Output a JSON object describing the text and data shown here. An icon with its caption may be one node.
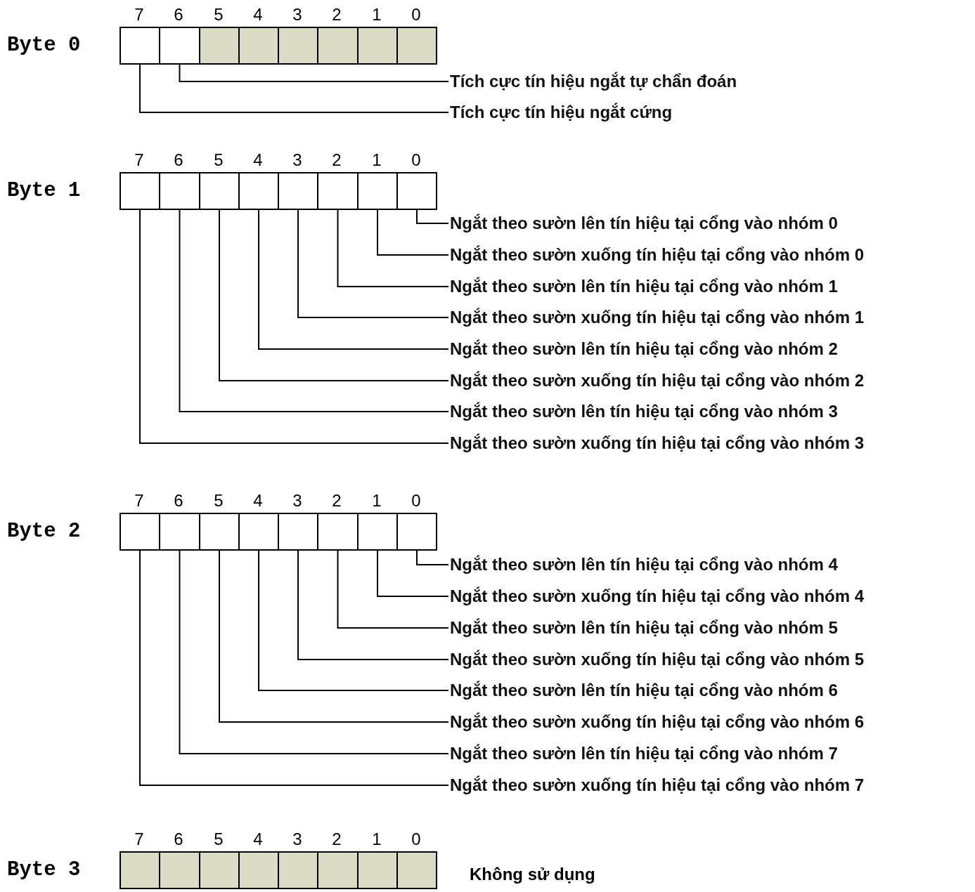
{
  "diagram": {
    "nodes": [
      {
        "text": [],
        "shape": "box"
      },
      {
        "text": [],
        "shape": "box"
      },
      {
        "text": [],
        "shape": "box"
      },
      {
        "text": [],
        "shape": "box"
      },
      {
        "text": [],
        "shape": "box"
      },
      {
        "text": [],
        "shape": "box"
      },
      {
        "text": [],
        "shape": "box"
      },
      {
        "text": [],
        "shape": "box"
      },
      {
        "text": [
          "Tích cực tín hiệu ngắt tự chẩn đoán"
        ]
      },
      {
        "text": [
          "Tích cực tín hiệu ngắt cứng"
        ]
      },
      {
        "text": [],
        "shape": "box"
      },
      {
        "text": [],
        "shape": "box"
      },
      {
        "text": [],
        "shape": "box"
      },
      {
        "text": [],
        "shape": "box"
      },
      {
        "text": [],
        "shape": "box"
      },
      {
        "text": [],
        "shape": "box"
      },
      {
        "text": [],
        "shape": "box"
      },
      {
        "text": [],
        "shape": "box"
      },
      {
        "text": [
          "Ngắt theo sườn lên tín hiệu tại cổng vào nhóm 0"
        ]
      },
      {
        "text": [
          "Ngắt theo sườn xuống tín hiệu tại cổng vào nhóm 0"
        ]
      },
      {
        "text": [
          "Ngắt theo sườn lên tín hiệu tại cổng vào nhóm 1"
        ]
      },
      {
        "text": [
          "Ngắt theo sườn xuống tín hiệu tại cổng vào nhóm 1"
        ]
      },
      {
        "text": [
          "Ngắt theo sườn lên tín hiệu tại cổng vào nhóm 2"
        ]
      },
      {
        "text": [
          "Ngắt theo sườn xuống tín hiệu tại cổng vào nhóm 2"
        ]
      },
      {
        "text": [
          "Ngắt theo sườn lên tín hiệu tại cổng vào nhóm 3"
        ]
      },
      {
        "text": [
          "Ngắt theo sườn xuống tín hiệu tại cổng vào nhóm 3"
        ]
      },
      {
        "text": [],
        "shape": "box"
      },
      {
        "text": [],
        "shape": "box"
      },
      {
        "text": [],
        "shape": "box"
      },
      {
        "text": [],
        "shape": "box"
      },
      {
        "text": [],
        "shape": "box"
      },
      {
        "text": [],
        "shape": "box"
      },
      {
        "text": [],
        "shape": "box"
      },
      {
        "text": [],
        "shape": "box"
      },
      {
        "text": [
          "Ngắt theo sườn lên tín hiệu tại cổng vào nhóm 4"
        ]
      },
      {
        "text": [
          "Ngắt theo sườn xuống tín hiệu tại cổng vào nhóm 4"
        ]
      },
      {
        "text": [
          "Ngắt theo sườn lên tín hiệu tại cổng vào nhóm 5"
        ]
      },
      {
        "text": [
          "Ngắt theo sườn xuống tín hiệu tại cổng vào nhóm 5"
        ]
      },
      {
        "text": [
          "Ngắt theo sườn lên tín hiệu tại cổng vào nhóm 6"
        ]
      },
      {
        "text": [
          "Ngắt theo sườn xuống tín hiệu tại cổng vào nhóm 6"
        ]
      },
      {
        "text": [
          "Ngắt theo sườn lên tín hiệu tại cổng vào nhóm 7"
        ]
      },
      {
        "text": [
          "Ngắt theo sườn xuống tín hiệu tại cổng vào nhóm 7"
        ]
      },
      {
        "text": [],
        "shape": "box"
      },
      {
        "text": [],
        "shape": "box"
      },
      {
        "text": [],
        "shape": "box"
      },
      {
        "text": [],
        "shape": "box"
      },
      {
        "text": [],
        "shape": "box"
      },
      {
        "text": [],
        "shape": "box"
      },
      {
        "text": [],
        "shape": "box"
      },
      {
        "text": [],
        "shape": "box"
      }
    ],
    "edges": [
      {
        "from": 8,
        "to": 1,
        "arrow": "none"
      },
      {
        "from": 9,
        "to": 0,
        "arrow": "none"
      },
      {
        "from": 18,
        "to": 17,
        "arrow": "none"
      },
      {
        "from": 19,
        "to": 16,
        "arrow": "none"
      },
      {
        "from": 20,
        "to": 15,
        "arrow": "none"
      },
      {
        "from": 21,
        "to": 14,
        "arrow": "none"
      },
      {
        "from": 22,
        "to": 13,
        "arrow": "none"
      },
      {
        "from": 23,
        "to": 12,
        "arrow": "none"
      },
      {
        "from": 24,
        "to": 11,
        "arrow": "none"
      },
      {
        "from": 25,
        "to": 10,
        "arrow": "none"
      },
      {
        "from": 34,
        "to": 33,
        "arrow": "none"
      },
      {
        "from": 35,
        "to": 32,
        "arrow": "none"
      },
      {
        "from": 36,
        "to": 31,
        "arrow": "none"
      },
      {
        "from": 37,
        "to": 30,
        "arrow": "none"
      },
      {
        "from": 38,
        "to": 29,
        "arrow": "none"
      },
      {
        "from": 39,
        "to": 28,
        "arrow": "none"
      },
      {
        "from": 40,
        "to": 27,
        "arrow": "none"
      },
      {
        "from": 41,
        "to": 26,
        "arrow": "none"
      }
    ],
    "labels": [
      "7",
      "6",
      "5",
      "4",
      "3",
      "2",
      "1",
      "0",
      "Byte 0",
      "7",
      "6",
      "5",
      "4",
      "3",
      "2",
      "1",
      "0",
      "Byte 1",
      "7",
      "6",
      "5",
      "4",
      "3",
      "2",
      "1",
      "0",
      "Byte 2",
      "7",
      "6",
      "5",
      "4",
      "3",
      "2",
      "1",
      "0",
      "Byte 3",
      "Không sử dụng"
    ]
  }
}
